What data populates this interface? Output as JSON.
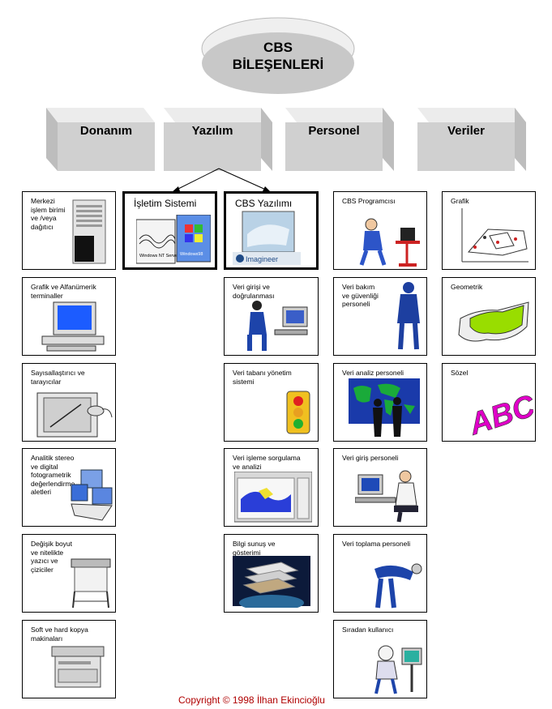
{
  "title": "CBS\nBİLEŞENLERİ",
  "categories": [
    "Donanım",
    "Yazılım",
    "Personel",
    "Veriler"
  ],
  "hardware": [
    "Merkezi\nişlem birimi\nve /veya\ndağıtıcı",
    "Grafik ve  Alfanümerik\nterminaller",
    "Sayısallaştırıcı ve\ntarayıcılar",
    "Analitik stereo\nve digital\nfotogrametrik\ndeğerlendirme\naletleri",
    "Değişik boyut\nve nitelikte\nyazıcı ve\nçiziciler",
    "Soft ve hard kopya\nmakinaları"
  ],
  "software_top": [
    "İşletim Sistemi",
    "CBS Yazılımı"
  ],
  "software_brands": {
    "nt_server": "Windows NT Server",
    "win98": "Windows98",
    "imagineer": "Imagineer"
  },
  "software": [
    "Veri girişi ve\ndoğrulanması",
    "Veri tabanı yönetim\nsistemi",
    "Veri işleme sorgulama\nve analizi",
    "Bilgi sunuş ve\ngösterimi"
  ],
  "personnel": [
    "CBS Programcısı",
    "Veri bakım\nve güvenliği\npersoneli",
    "Veri analiz personeli",
    "Veri giriş personeli",
    "Veri toplama personeli",
    "Sıradan kullanıcı"
  ],
  "data": [
    "Grafik",
    "Geometrik",
    "Sözel"
  ],
  "abc_text": "ABC",
  "copyright": "Copyright © 1998 İlhan Ekincioğlu"
}
